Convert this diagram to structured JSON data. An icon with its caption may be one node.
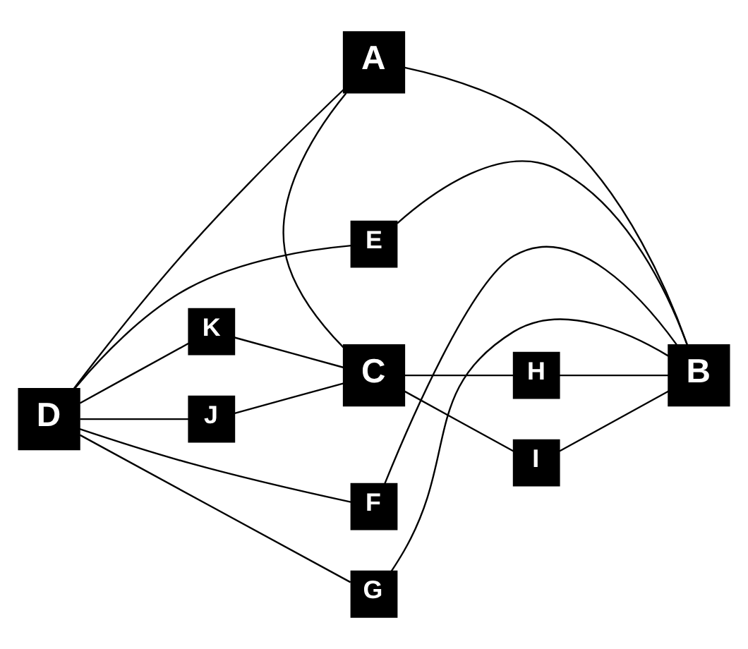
{
  "diagram": {
    "nodes": [
      {
        "text": [
          "A"
        ]
      },
      {
        "text": [
          "J"
        ]
      },
      {
        "text": [
          "H"
        ]
      },
      {
        "text": [
          "D"
        ]
      },
      {
        "text": [
          "C"
        ]
      },
      {
        "text": [
          "B"
        ]
      },
      {
        "text": [
          "K"
        ]
      },
      {
        "text": [
          "I"
        ]
      },
      {
        "text": [
          "E"
        ]
      },
      {
        "text": [
          "F"
        ]
      },
      {
        "text": [
          "G"
        ]
      }
    ],
    "edges": [
      {
        "from": 0,
        "to": 3,
        "arrow": "none"
      },
      {
        "from": 0,
        "to": 4,
        "arrow": "none"
      },
      {
        "from": 0,
        "to": 5,
        "arrow": "none"
      },
      {
        "from": 3,
        "to": 1,
        "arrow": "none"
      },
      {
        "from": 1,
        "to": 4,
        "arrow": "none"
      },
      {
        "from": 3,
        "to": 6,
        "arrow": "none"
      },
      {
        "from": 6,
        "to": 4,
        "arrow": "none"
      },
      {
        "from": 4,
        "to": 2,
        "arrow": "none"
      },
      {
        "from": 2,
        "to": 5,
        "arrow": "none"
      },
      {
        "from": 4,
        "to": 7,
        "arrow": "none"
      },
      {
        "from": 7,
        "to": 5,
        "arrow": "none"
      },
      {
        "from": 3,
        "to": 8,
        "arrow": "none"
      },
      {
        "from": 3,
        "to": 9,
        "arrow": "none"
      },
      {
        "from": 3,
        "to": 10,
        "arrow": "none"
      },
      {
        "from": 5,
        "to": 8,
        "arrow": "none"
      },
      {
        "from": 5,
        "to": 9,
        "arrow": "none"
      },
      {
        "from": 5,
        "to": 10,
        "arrow": "none"
      }
    ]
  }
}
